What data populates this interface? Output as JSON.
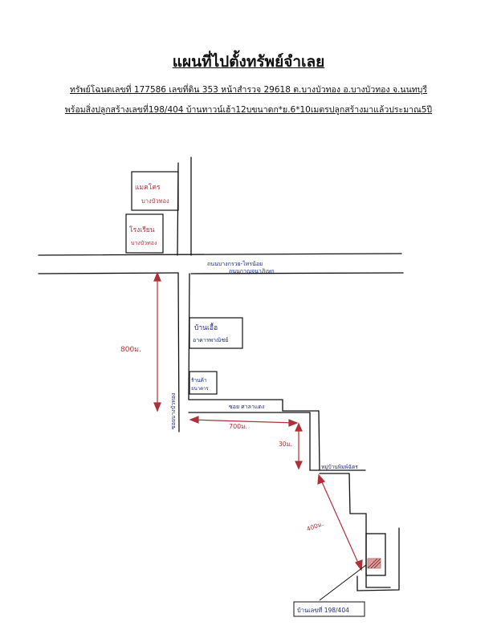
{
  "document": {
    "title": "แผนที่ไปตั้งทรัพย์จำเลย",
    "line1": "ทรัพย์โฉนดเลขที่ 177586 เลขที่ดิน 353 หน้าสำรวจ 29618 ต.บางบัวทอง อ.บางบัวทอง จ.นนทบุรี",
    "line2": "พร้อมสิ่งปลูกสร้างเลขที่198/404 บ้านทาวน์เฮ้า12บขนาดก*ย.6*10เมตรปลูกสร้างมาแล้วประมาณ5ปี"
  },
  "map": {
    "labels": {
      "top_building": "แมคโคร",
      "top_building_sub": "บางบัวทอง",
      "office_building": "โรงเรียน",
      "office_building_sub": "บางบัวทอง",
      "main_road_1": "ถนนบางกรวย-ไทรน้อย",
      "main_road_2": "ถนนกาญจนาภิเษก",
      "village": "บ้านเอื้อ",
      "village_sub": "อาคารพาณิชย์",
      "small_building": "ร้านค้า",
      "small_building_sub": "ธนาคาร",
      "side_road": "ซอยบางบัวทอง",
      "soi": "ซอย ศาลาแดง",
      "dist_vertical": "800ม.",
      "dist_horizontal": "700ม.",
      "dist_short": "30ม.",
      "dist_diag": "400ม.",
      "village_right": "หมู่บ้านพิมพ์ฉัตร",
      "target_house": "บ้านเลขที่ 198/404"
    }
  }
}
